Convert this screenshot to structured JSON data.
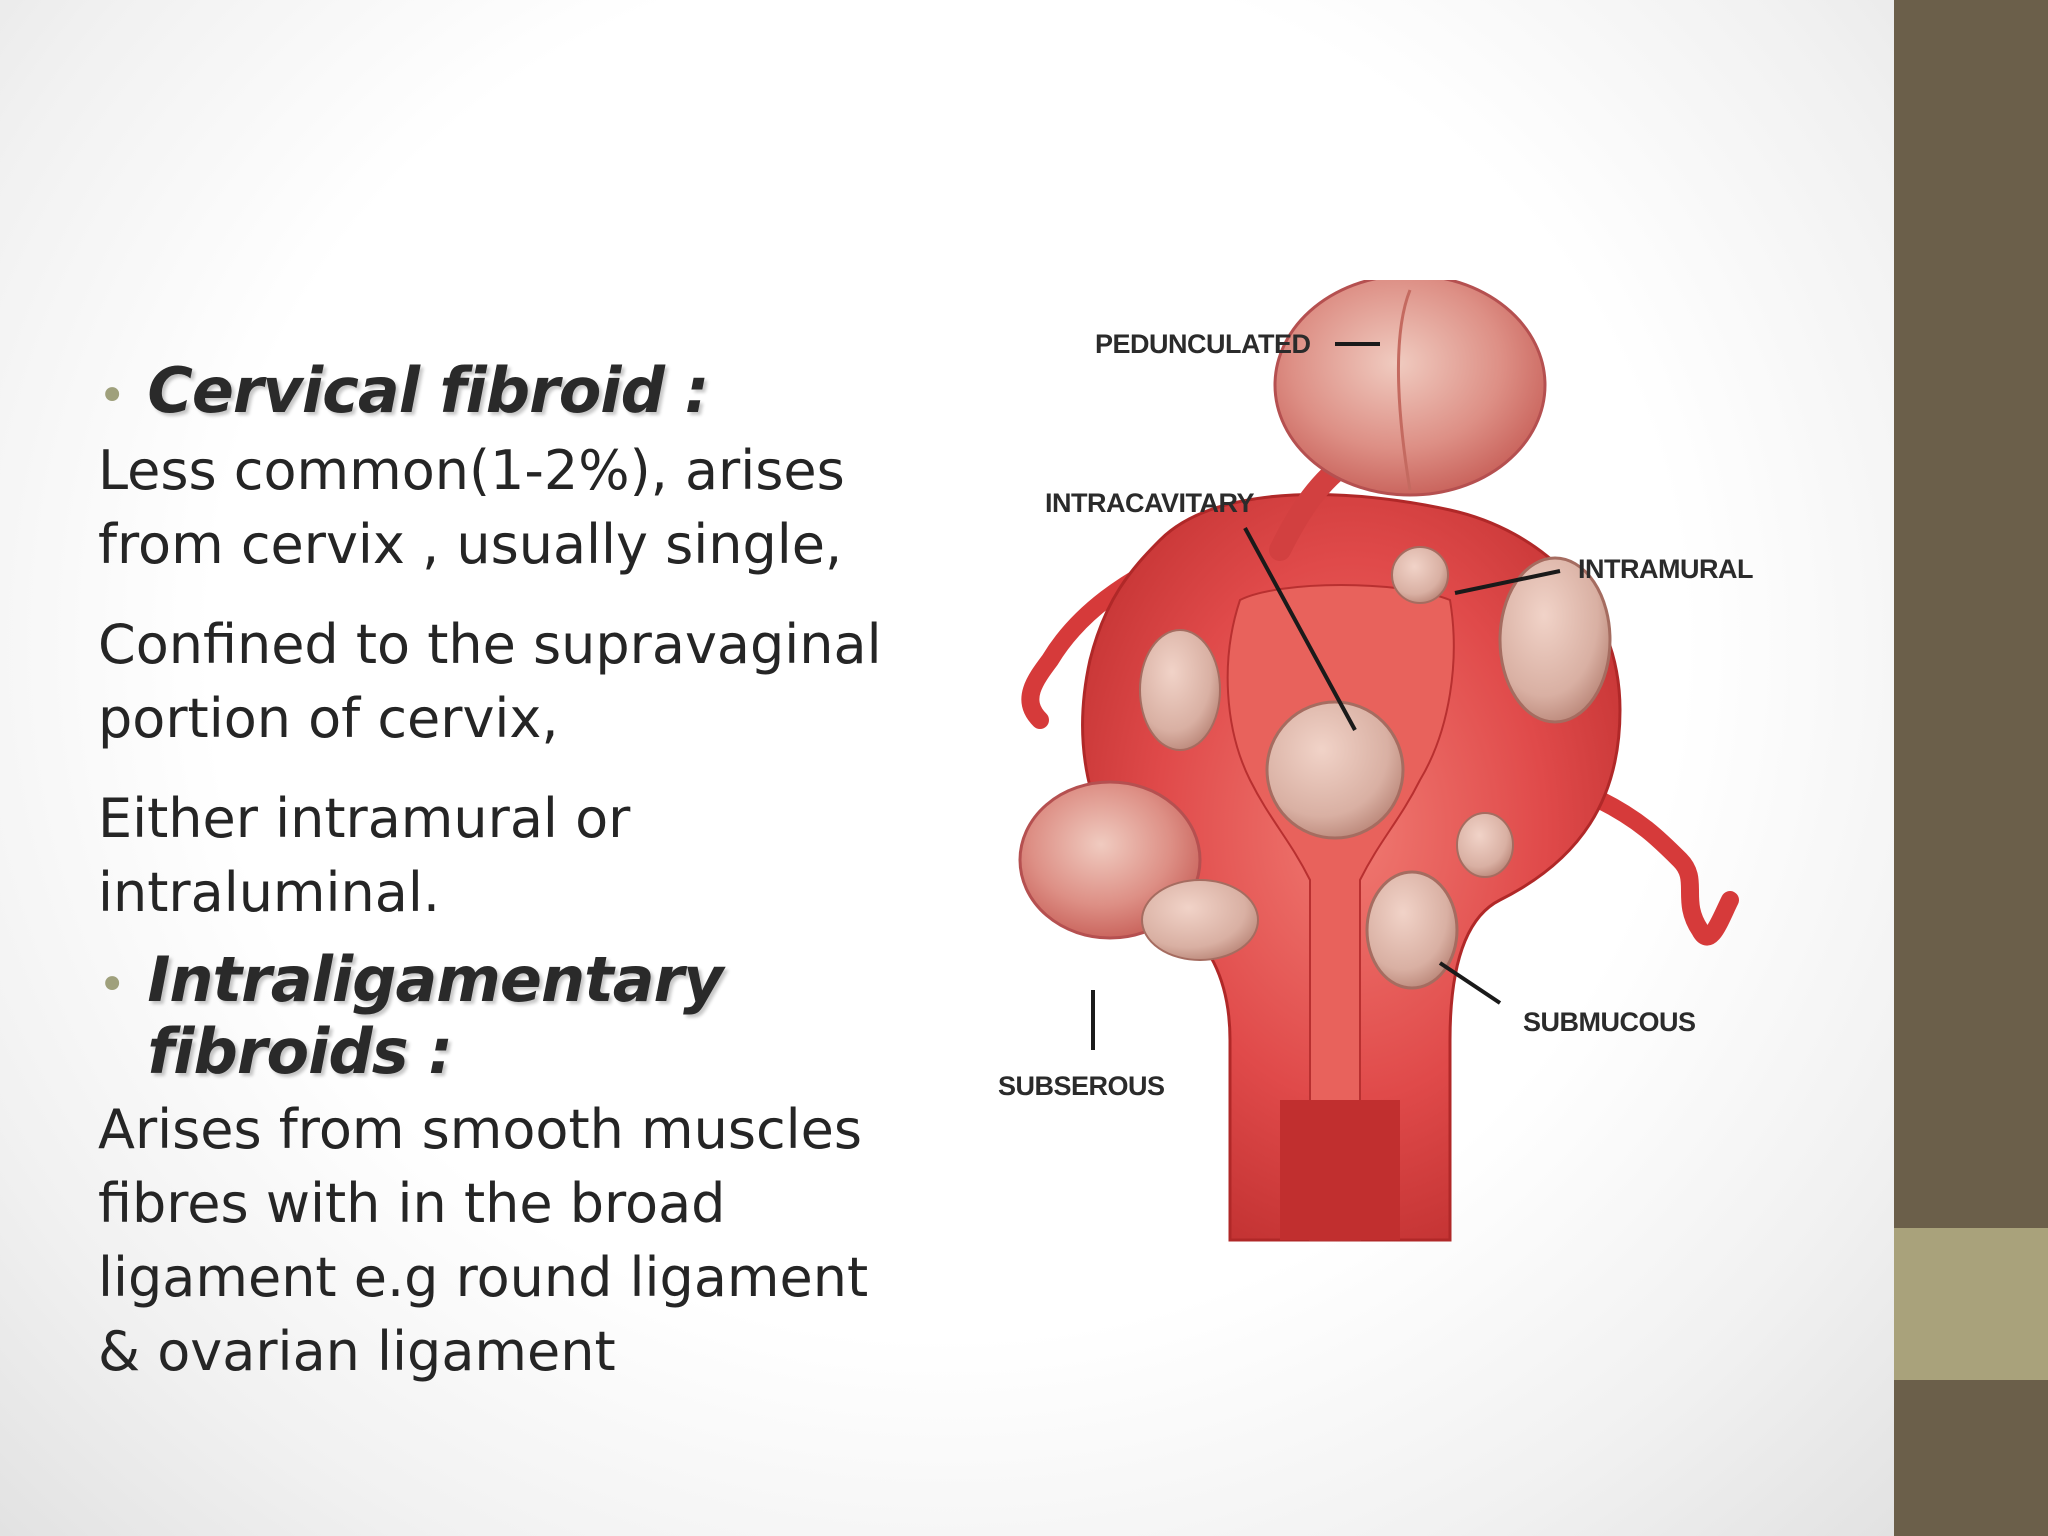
{
  "bullets": [
    {
      "heading": "Cervical fibroid :",
      "paragraphs": [
        [
          "Less common(1-2%), arises",
          "from cervix , usually single,"
        ],
        [
          "Confined to the supravaginal",
          "portion of cervix,"
        ],
        [
          "Either intramural or",
          "intraluminal."
        ]
      ]
    },
    {
      "heading": "Intraligamentary fibroids :",
      "paragraphs": [
        [
          "Arises from smooth muscles",
          "fibres with in the broad",
          "ligament e.g round ligament",
          "& ovarian ligament"
        ]
      ]
    }
  ],
  "diagram": {
    "labels": {
      "pedunculated": "PEDUNCULATED",
      "intracavitary": "INTRACAVITARY",
      "intramural": "INTRAMURAL",
      "submucous": "SUBMUCOUS",
      "subserous": "SUBSEROUS"
    }
  },
  "colors": {
    "side_band": "#6b5f4a",
    "side_accent": "#a9a27b",
    "bullet": "#9fa07c",
    "tissue": "#e04a4a",
    "fibroid": "#d9b5a8"
  }
}
